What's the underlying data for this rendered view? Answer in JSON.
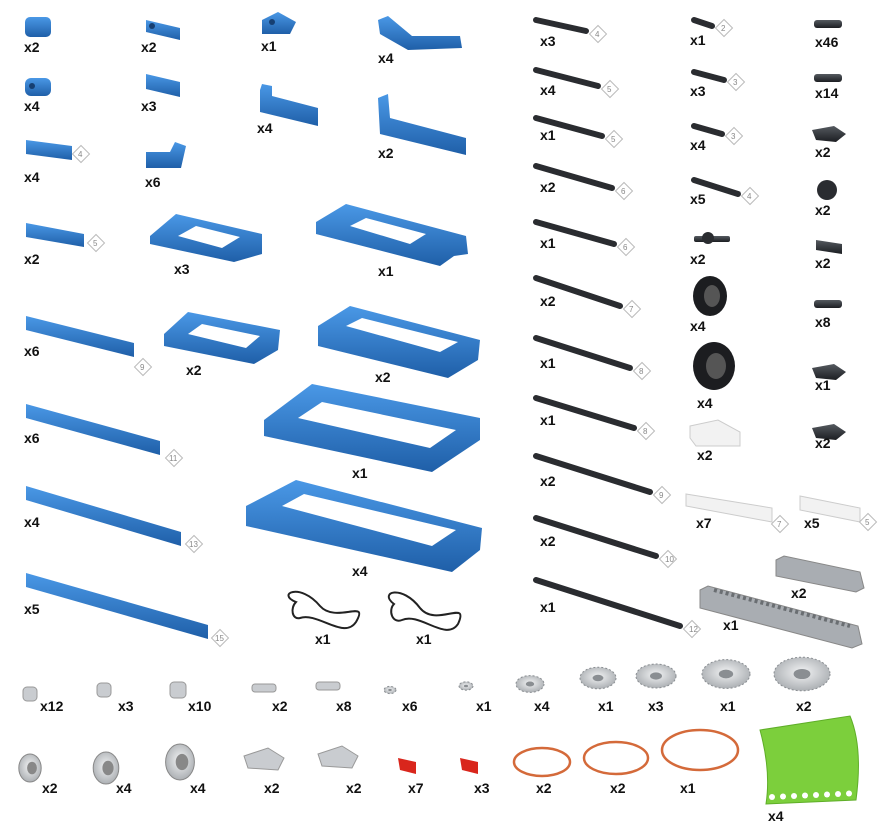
{
  "colors": {
    "beam_blue": "#2f7fd4",
    "beam_blue_dark": "#1f5fa8",
    "axle_black": "#2a2c30",
    "white_part": "#f2f2f2",
    "grey_part": "#a9adb2",
    "red_part": "#d9261c",
    "band_orange": "#d46a3a",
    "plate_green": "#7ccf3c"
  },
  "blue_beams": [
    {
      "qty": "x2"
    },
    {
      "qty": "x4"
    },
    {
      "qty": "x4",
      "tag": "4"
    },
    {
      "qty": "x2",
      "tag": "5"
    },
    {
      "qty": "x6",
      "tag": "9"
    },
    {
      "qty": "x6",
      "tag": "11"
    },
    {
      "qty": "x4",
      "tag": "13"
    },
    {
      "qty": "x5",
      "tag": "15"
    }
  ],
  "blue_small": [
    {
      "qty": "x2"
    },
    {
      "qty": "x3"
    },
    {
      "qty": "x6"
    }
  ],
  "blue_angled": [
    {
      "qty": "x1"
    },
    {
      "qty": "x4"
    },
    {
      "qty": "x4"
    },
    {
      "qty": "x2"
    }
  ],
  "blue_frames": [
    {
      "qty": "x3"
    },
    {
      "qty": "x1"
    },
    {
      "qty": "x2"
    },
    {
      "qty": "x2"
    },
    {
      "qty": "x1"
    },
    {
      "qty": "x4"
    }
  ],
  "cables": [
    {
      "qty": "x1"
    },
    {
      "qty": "x1"
    }
  ],
  "long_axles": [
    {
      "qty": "x3",
      "tag": "4"
    },
    {
      "qty": "x4",
      "tag": "5"
    },
    {
      "qty": "x1",
      "tag": "5"
    },
    {
      "qty": "x2",
      "tag": "6"
    },
    {
      "qty": "x1",
      "tag": "6"
    },
    {
      "qty": "x2",
      "tag": "7"
    },
    {
      "qty": "x1",
      "tag": "8"
    },
    {
      "qty": "x1",
      "tag": "8"
    },
    {
      "qty": "x2",
      "tag": "9"
    },
    {
      "qty": "x2",
      "tag": "10"
    },
    {
      "qty": "x1",
      "tag": "12"
    }
  ],
  "short_axles": [
    {
      "qty": "x1",
      "tag": "2"
    },
    {
      "qty": "x3",
      "tag": "3"
    },
    {
      "qty": "x4",
      "tag": "3"
    },
    {
      "qty": "x5",
      "tag": "4"
    }
  ],
  "connector_column": [
    {
      "qty": "x46"
    },
    {
      "qty": "x14"
    },
    {
      "qty": "x2"
    },
    {
      "qty": "x2"
    },
    {
      "qty": "x2"
    },
    {
      "qty": "x8"
    },
    {
      "qty": "x1"
    },
    {
      "qty": "x2"
    }
  ],
  "misc_middle": [
    {
      "qty": "x2"
    },
    {
      "qty": "x4"
    },
    {
      "qty": "x4"
    },
    {
      "qty": "x2"
    }
  ],
  "white_beams": [
    {
      "qty": "x7",
      "tag": "7"
    },
    {
      "qty": "x5",
      "tag": "5"
    }
  ],
  "grey_gear_rack": [
    {
      "qty": "x2"
    },
    {
      "qty": "x1"
    }
  ],
  "bottom_row1": [
    {
      "qty": "x12"
    },
    {
      "qty": "x3"
    },
    {
      "qty": "x10"
    },
    {
      "qty": "x2"
    },
    {
      "qty": "x8"
    },
    {
      "qty": "x6"
    },
    {
      "qty": "x1"
    },
    {
      "qty": "x4"
    },
    {
      "qty": "x1"
    },
    {
      "qty": "x3"
    },
    {
      "qty": "x1"
    },
    {
      "qty": "x2"
    }
  ],
  "bottom_row2": [
    {
      "qty": "x2"
    },
    {
      "qty": "x4"
    },
    {
      "qty": "x4"
    },
    {
      "qty": "x2"
    },
    {
      "qty": "x2"
    },
    {
      "qty": "x7"
    },
    {
      "qty": "x3"
    },
    {
      "qty": "x2"
    },
    {
      "qty": "x2"
    },
    {
      "qty": "x1"
    },
    {
      "qty": "x4"
    }
  ]
}
